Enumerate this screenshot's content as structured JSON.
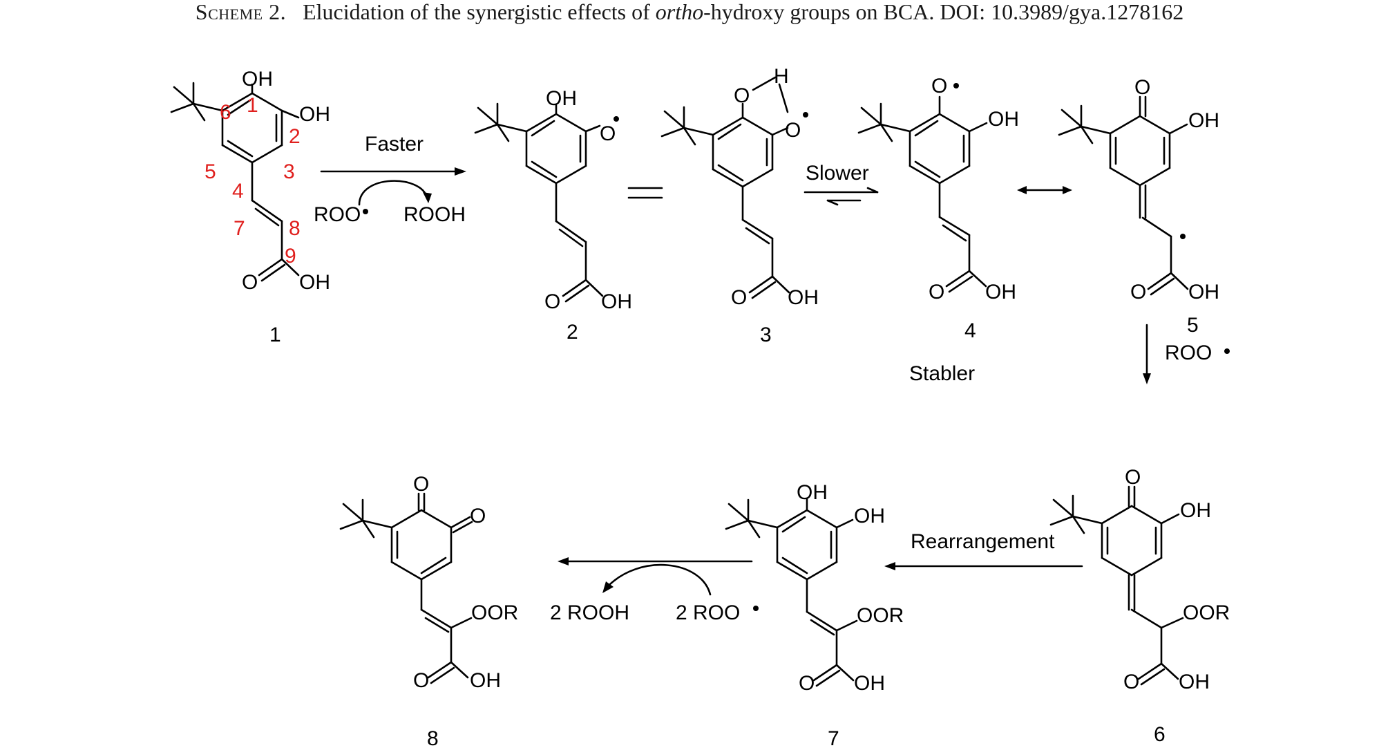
{
  "caption": {
    "label": "Scheme 2.",
    "text_before": "Elucidation of the synergistic effects of ",
    "text_italic": "ortho",
    "text_after": "-hydroxy groups on BCA. DOI: 10.3989/gya.1278162"
  },
  "compound_numbers": [
    "1",
    "2",
    "3",
    "4",
    "5",
    "6",
    "7",
    "8"
  ],
  "atom_numbers": [
    "1",
    "2",
    "3",
    "4",
    "5",
    "6",
    "7",
    "8",
    "9"
  ],
  "groups": {
    "oh": "OH",
    "o": "O",
    "h": "H",
    "oor": "OOR"
  },
  "arrows": {
    "faster": "Faster",
    "roo_radical": "ROO",
    "rooh": "ROOH",
    "slower": "Slower",
    "stabler": "Stabler",
    "rearrangement": "Rearrangement",
    "two_rooh": "2 ROOH",
    "two_roo_radical": "2 ROO"
  },
  "colors": {
    "atom_numbering": "#e0201e",
    "structure": "#000000"
  }
}
